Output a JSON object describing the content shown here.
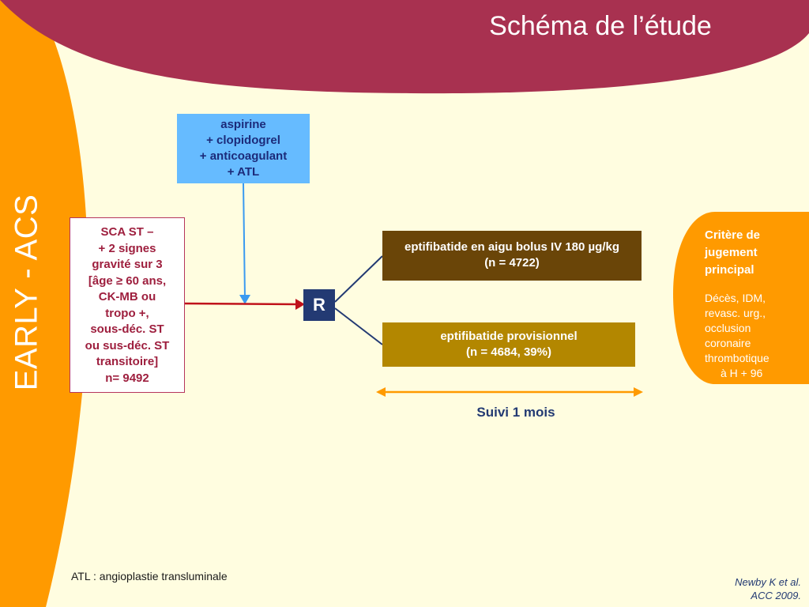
{
  "slide": {
    "title": "Schéma de l’étude",
    "side_title": "EARLY - ACS"
  },
  "background_box": {
    "lines": [
      "aspirine",
      "+ clopidogrel",
      "+ anticoagulant",
      "+ ATL"
    ]
  },
  "population_box": {
    "lines": [
      "SCA ST –",
      "+ 2 signes",
      "gravité sur 3",
      "[âge ≥ 60 ans,",
      "CK-MB ou",
      "tropo +,",
      "sous-déc. ST",
      "ou sus-déc. ST",
      "transitoire]",
      "n= 9492"
    ]
  },
  "randomization": {
    "label": "R"
  },
  "arms": [
    {
      "lines": [
        "eptifibatide en aigu bolus IV 180 µg/kg",
        "(n = 4722)"
      ]
    },
    {
      "lines": [
        "eptifibatide provisionnel",
        "(n = 4684, 39%)"
      ]
    }
  ],
  "followup": {
    "label": "Suivi 1 mois"
  },
  "endpoint": {
    "title_lines": [
      "Critère de",
      "jugement",
      "principal"
    ],
    "body_lines": [
      "Décès, IDM,",
      "revasc. urg.,",
      "occlusion",
      "coronaire",
      "thrombotique",
      "à H + 96"
    ]
  },
  "footnote": "ATL : angioplastie transluminale",
  "reference": {
    "lines": [
      "Newby  K et al.",
      "ACC 2009."
    ]
  },
  "colors": {
    "background": "#fffde0",
    "header_band": "#a83150",
    "side_band": "#ff9a00",
    "aspirin_box": "#66bbff",
    "population_border": "#b6365c",
    "randomization_box": "#233a73",
    "arm1_box": "#6a4508",
    "arm2_box": "#b38700",
    "followup_arrow": "#ff9a00",
    "endpoint_band": "#ff9a00"
  }
}
